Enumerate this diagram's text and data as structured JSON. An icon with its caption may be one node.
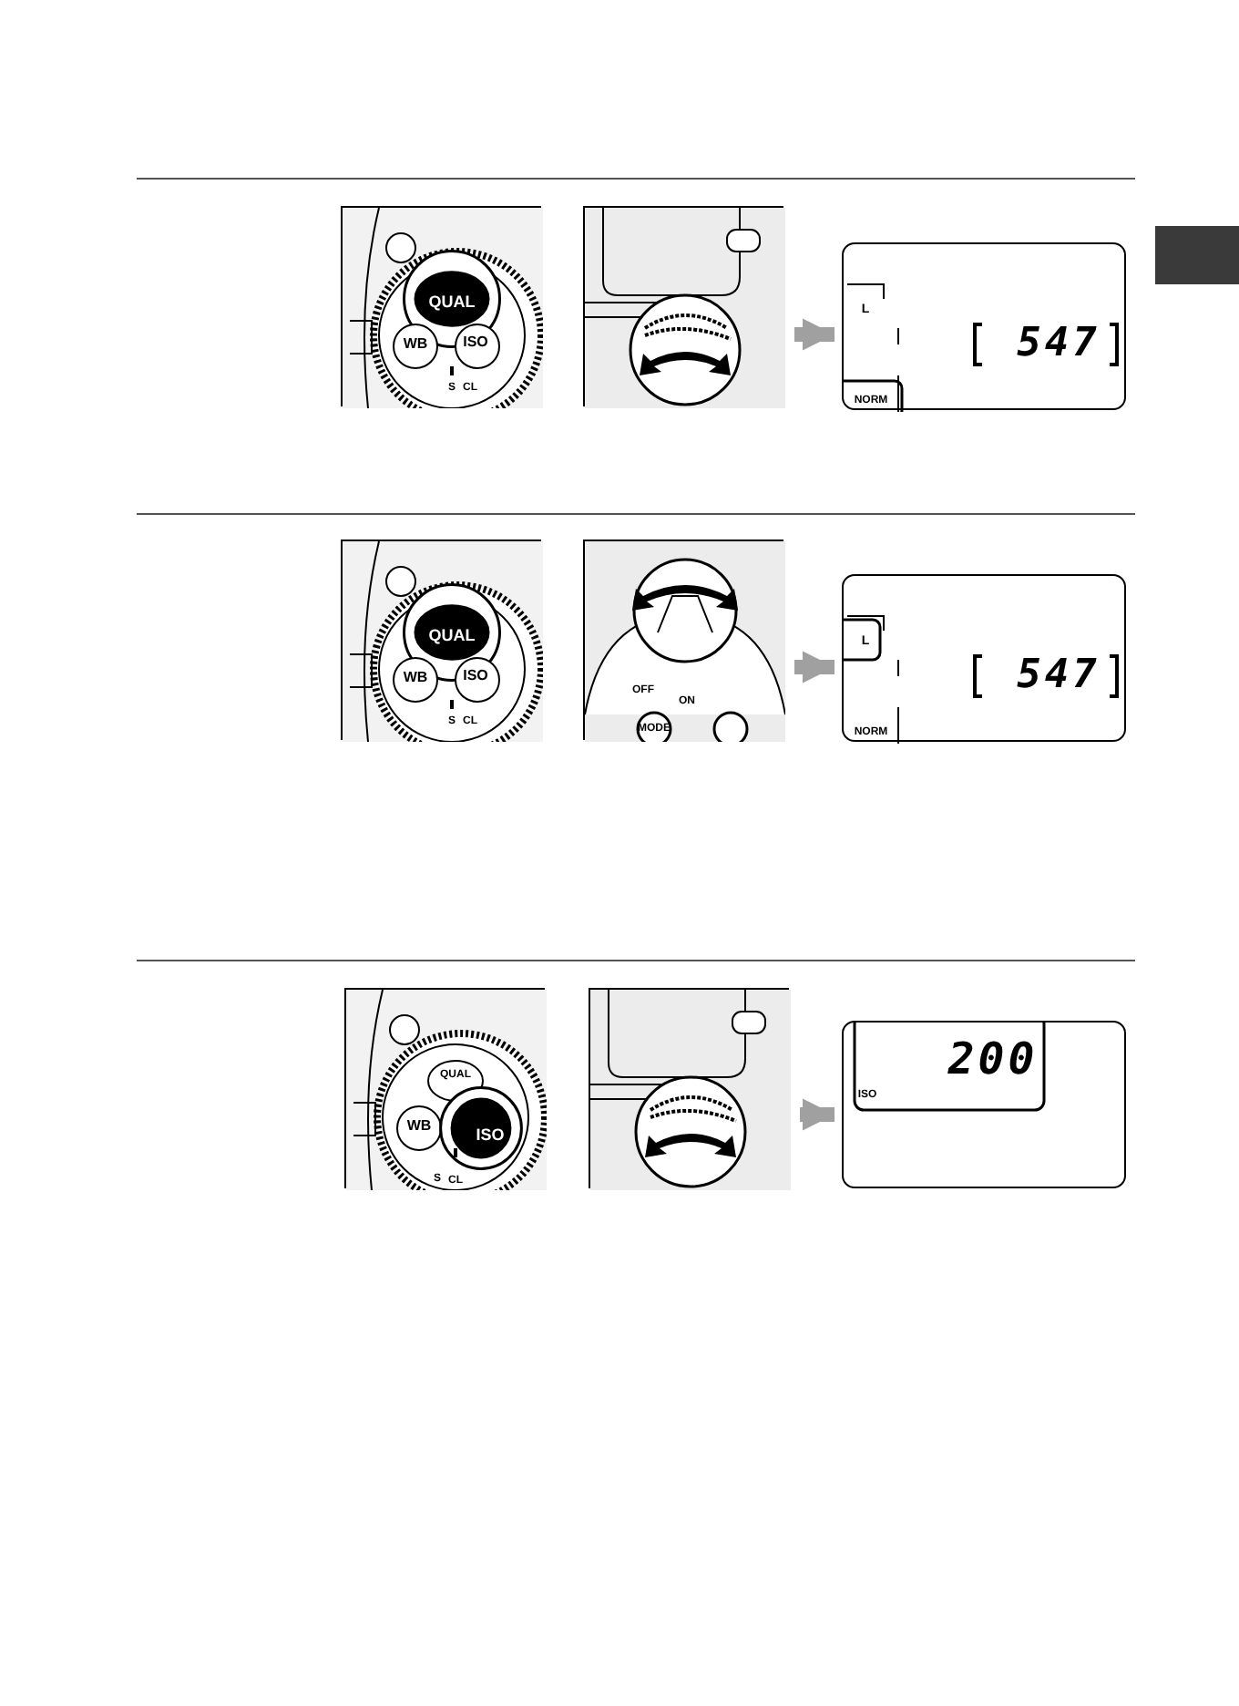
{
  "diagram": {
    "nodes": [
      {
        "text": [
          "QUAL",
          "WB",
          "ISO",
          "S",
          "CL"
        ]
      },
      {
        "text": [],
        "shape": "picture"
      },
      {
        "text": [
          "L",
          "NORM",
          "547"
        ]
      },
      {
        "text": [
          "QUAL",
          "WB",
          "ISO",
          "S",
          "CL"
        ]
      },
      {
        "text": [
          "OFF",
          "ON",
          "MODE"
        ]
      },
      {
        "text": [
          "L",
          "NORM",
          "547"
        ]
      },
      {
        "text": [
          "QUAL",
          "WB",
          "ISO",
          "S",
          "CL"
        ]
      },
      {
        "text": [],
        "shape": "picture"
      },
      {
        "text": [
          "200",
          "ISO"
        ]
      }
    ],
    "edges": [
      {
        "from": 1,
        "to": 2,
        "arrow": "to"
      },
      {
        "from": 4,
        "to": 5,
        "arrow": "to"
      },
      {
        "from": 7,
        "to": 8,
        "arrow": "to"
      }
    ]
  }
}
